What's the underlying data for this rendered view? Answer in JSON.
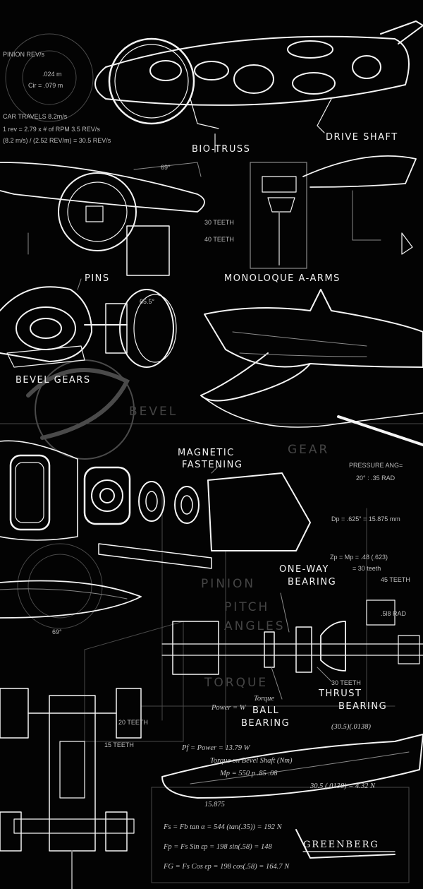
{
  "labels": {
    "bio_truss": "BIO-TRUSS",
    "drive_shaft": "DRIVE SHAFT",
    "pins": "PINS",
    "bevel_gears": "BEVEL GEARS",
    "monocoque_a_arms": "MONOLOQUE A-ARMS",
    "magnetic_line1": "MAGNETIC",
    "magnetic_line2": "FASTENING",
    "one_way_line1": "ONE-WAY",
    "one_way_line2": "BEARING",
    "thrust_line1": "THRUST",
    "thrust_line2": "BEARING",
    "ball_line1": "BALL",
    "ball_line2": "BEARING"
  },
  "ghost_text": {
    "bevel": "BEVEL",
    "gear": "GEAR",
    "pinion": "PINION",
    "pitch": "PITCH",
    "angles": "ANGLES",
    "torque": "TORQUE"
  },
  "notes": {
    "pinion_revs": "PINION REV/s",
    "car_travels": "CAR TRAVELS 8.2m/s",
    "n1": "1 rev = 2.79 x # of RPM 3.5 REV/s",
    "n2": "(8.2 m/s) / (2.52 REV/m) = 30.5 REV/s",
    "n3": ".024 m",
    "n4": "Cir = .079 m",
    "n5": "30 TEETH",
    "n6": "40 TEETH",
    "n7": "45 TEETH",
    "n8": "20 TEETH",
    "n9": "15 TEETH",
    "n10": "30 TEETH",
    "pressure": "PRESSURE ANG=",
    "pressure_val": "20° : .35 RAD",
    "dp": "Dp = .625\" = 15.875 mm",
    "zp": "Zp = Mp = .48 (.623)",
    "teeth30": "= 30 teeth",
    "ang": ".5l8 RAD",
    "angle_69": "69°",
    "angle_65": "65.5°"
  },
  "equations": {
    "e1": "Pf = Power = 13.79 W",
    "e2": "Torque on Bevel Shaft (Nm)",
    "e3": "Mp = 550 p  .85 .08",
    "e4": "30.5 (.0138) = 4.32 N",
    "e5": "Fs = Fb tan α = 544 (tan(.35)) = 192 N",
    "e6": "Fp = Fs Sin εp = 198 sin(.58) = 148",
    "e7": "FG = Fs Cos εp = 198 cos(.58) = 164.7 N",
    "e8": "Power = W",
    "e9": "Torque",
    "e10": "(30.5)(.0138)",
    "e11": "15.875"
  },
  "signature": "GREENBERG"
}
